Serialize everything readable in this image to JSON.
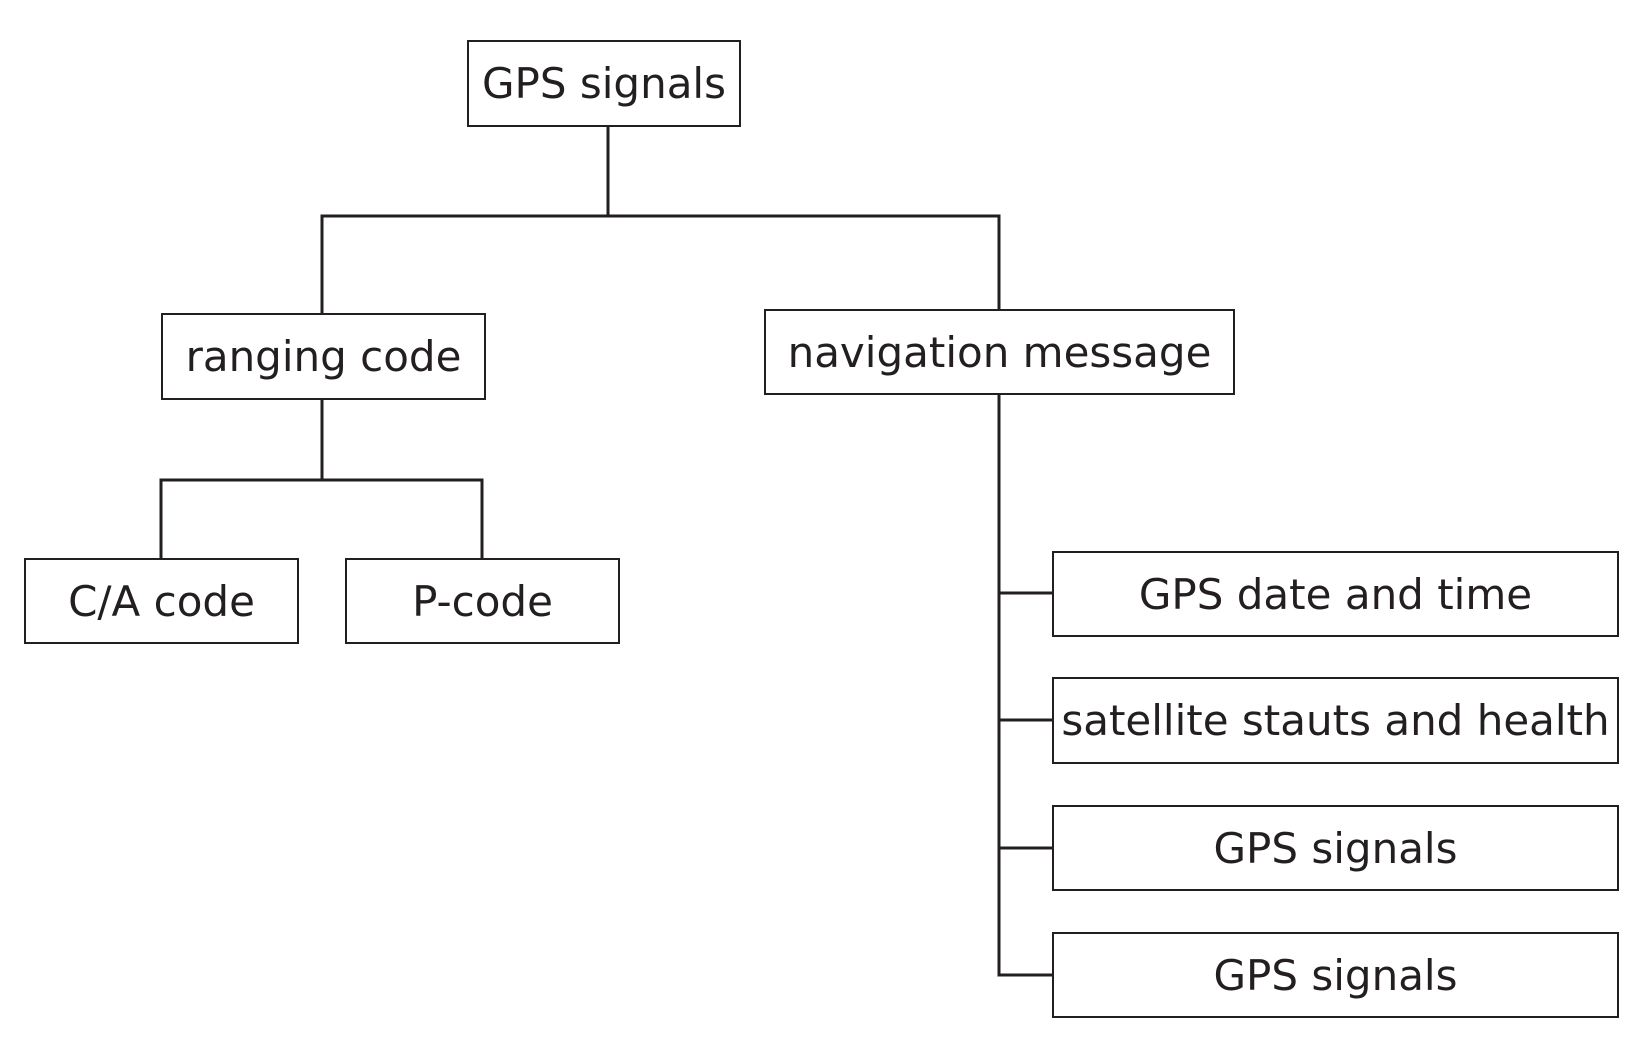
{
  "diagram": {
    "root": {
      "label": "GPS signals"
    },
    "ranging_code": {
      "label": "ranging code"
    },
    "ca_code": {
      "label": "C/A code"
    },
    "p_code": {
      "label": "P-code"
    },
    "navigation_message": {
      "label": "navigation message"
    },
    "nav_items": [
      {
        "label": "GPS date and time"
      },
      {
        "label": "satellite stauts and health"
      },
      {
        "label": "GPS signals"
      },
      {
        "label": "GPS signals"
      }
    ]
  },
  "colors": {
    "stroke": "#231f20",
    "background": "#ffffff"
  }
}
